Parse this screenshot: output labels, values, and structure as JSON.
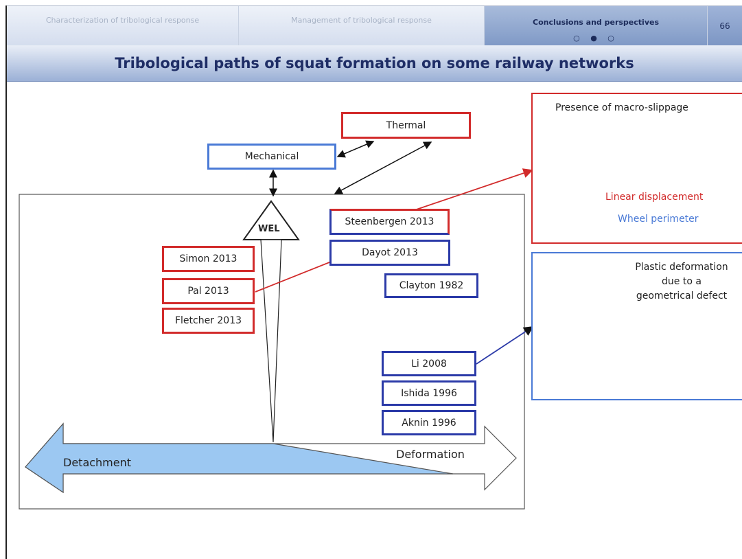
{
  "nav": {
    "tabs": [
      {
        "label": "Characterization of tribological response"
      },
      {
        "label": "Management of tribological response"
      },
      {
        "label": "Conclusions and perspectives"
      }
    ],
    "dots": "○ ● ○",
    "page_number": "66"
  },
  "slide": {
    "title": "Tribological paths of squat formation on some railway networks"
  },
  "diagram": {
    "thermal": "Thermal",
    "mechanical": "Mechanical",
    "wel": "WEL",
    "references": {
      "simon": "Simon 2013",
      "pal": "Pal 2013",
      "fletcher": "Fletcher 2013",
      "steenbergen": "Steenbergen 2013",
      "dayot": "Dayot 2013",
      "clayton": "Clayton 1982",
      "li": "Li 2008",
      "ishida": "Ishida 1996",
      "aknin": "Aknin 1996"
    },
    "detachment": "Detachment",
    "deformation": "Deformation",
    "panel_top": {
      "title": "Presence of macro-slippage",
      "linear": "Linear displacement",
      "wheel": "Wheel perimeter"
    },
    "panel_bottom": {
      "text_line1": "Plastic deformation",
      "text_line2": "due to a",
      "text_line3": "geometrical defect"
    }
  },
  "colors": {
    "red": "#d22b2b",
    "dark_blue": "#2b3aa8",
    "light_blue": "#4a7ad6",
    "arrow_fill": "#9cc8f2"
  }
}
